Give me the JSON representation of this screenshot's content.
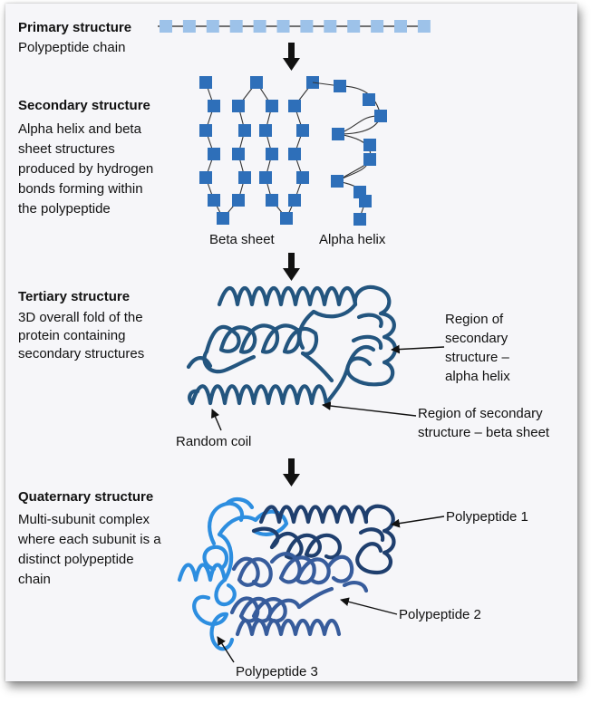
{
  "primary": {
    "heading": "Primary structure",
    "description": "Polypeptide chain"
  },
  "secondary": {
    "heading": "Secondary structure",
    "description": "Alpha helix and beta\nsheet structures\nproduced by hydrogen\nbonds forming within\nthe polypeptide",
    "beta_label": "Beta sheet",
    "alpha_label": "Alpha helix"
  },
  "tertiary": {
    "heading": "Tertiary structure",
    "description": "3D overall fold of the\nprotein containing\nsecondary structures",
    "label_alpha": "Region of\nsecondary\nstructure –\nalpha helix",
    "label_beta": "Region of secondary\nstructure – beta sheet",
    "label_coil": "Random coil"
  },
  "quaternary": {
    "heading": "Quaternary structure",
    "description": "Multi-subunit complex\nwhere each subunit is a\ndistinct polypeptide\nchain",
    "label_p1": "Polypeptide 1",
    "label_p2": "Polypeptide 2",
    "label_p3": "Polypeptide 3"
  },
  "colors": {
    "primary_bead": "#9dc2e9",
    "secondary_bead": "#2e6fb9",
    "tertiary_chain": "#23557f",
    "poly1": "#1f3f6e",
    "poly2": "#375c9c",
    "poly3": "#2d8ee0"
  }
}
